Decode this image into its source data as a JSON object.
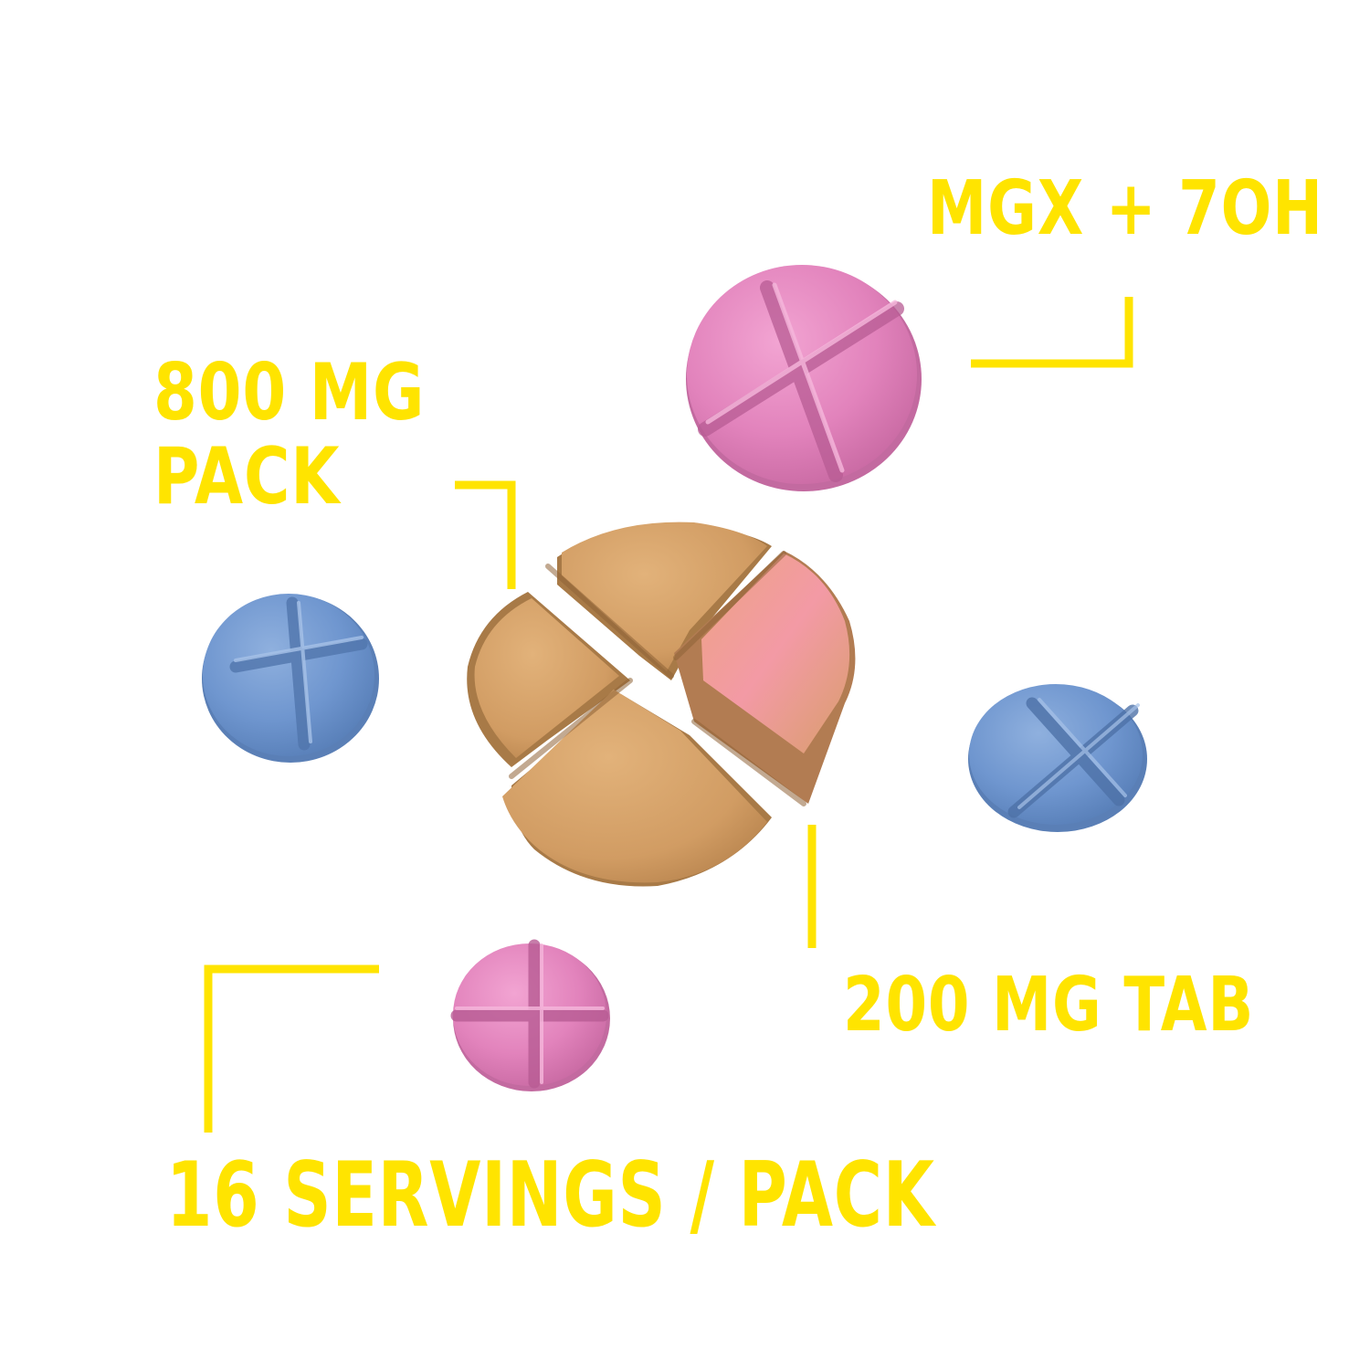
{
  "labels": {
    "formula": "MGX + 7OH",
    "pack_dose_line1": "800 MG",
    "pack_dose_line2": "PACK",
    "tab_dose": "200 MG TAB",
    "servings": "16 SERVINGS / PACK"
  },
  "colors": {
    "accent": "#FFE400",
    "pink_tablet": "#E486BD",
    "blue_tablet": "#6E96CE",
    "tan_tablet": "#D6A26A",
    "background": "#FFFFFF"
  },
  "icons": {
    "tablets": [
      "pink-tablet-icon",
      "blue-tablet-icon",
      "broken-tan-tablet-icon"
    ]
  }
}
